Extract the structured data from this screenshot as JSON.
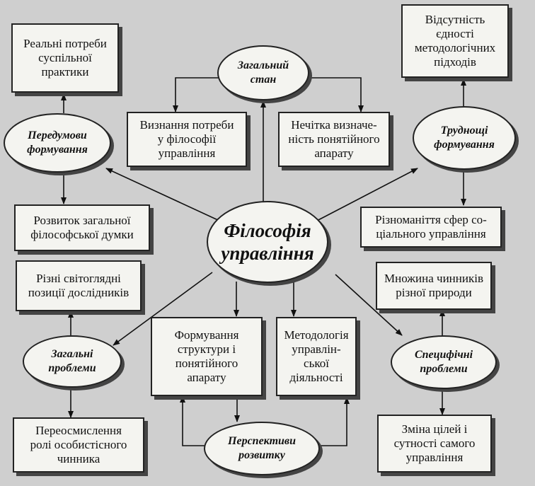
{
  "center": "Філософія\nуправління",
  "nodes": {
    "zahalnyi_stan": "Загальний\nстан",
    "peredumovy": "Передумови\nформування",
    "trudnoshchi": "Труднощі\nформування",
    "zahalni_problemy": "Загальні\nпроблеми",
    "spetsyfichni_problemy": "Специфічні\nпроблеми",
    "perspektyvy": "Перспективи\nрозвитку"
  },
  "boxes": {
    "realni_potreby": "Реальні потреби\nсуспільної\nпрактики",
    "vyznannia_potreby": "Визнання потреби\nу філософії\nуправління",
    "nechitka": "Нечітка визначе-\nність понятійного\nапарату",
    "vidsutnist": "Відсутність\nєдності\nметодологічних\nпідходів",
    "rozvytok": "Розвиток загальної\nфілософської думки",
    "riznomanittia": "Різноманіття сфер со-\nціального управління",
    "rizni_svitohliadni": "Різні світоглядні\nпозиції дослідників",
    "mnozhyna": "Множина чинників\nрізної природи",
    "formuvannia": "Формування\nструктури і\nпонятійного\nапарату",
    "metodolohiia": "Методологія\nуправлін-\nської\nдіяльності",
    "pereosmyslennia": "Переосмислення\nролі особистісного\nчинника",
    "zmina_tsilei": "Зміна цілей і\nсутності самого\nуправління"
  }
}
